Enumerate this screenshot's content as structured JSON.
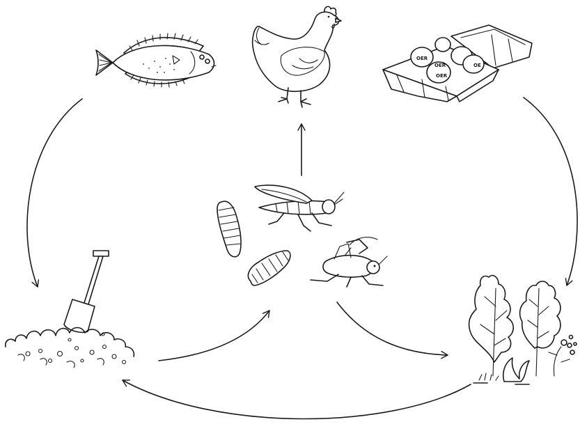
{
  "egg_carton": {
    "egg_label_1": "OER",
    "egg_label_2": "OER",
    "egg_label_3": "OER",
    "egg_label_4": "OE"
  },
  "colors": {
    "ink": "#1a1a1a",
    "background": "#ffffff"
  },
  "nodes": [
    {
      "icon": "flatfish-icon"
    },
    {
      "icon": "chicken-icon"
    },
    {
      "icon": "egg-carton-icon"
    },
    {
      "icon": "insects-icon"
    },
    {
      "icon": "soil-with-shovel-icon"
    },
    {
      "icon": "plants-icon"
    }
  ],
  "edges": [
    {
      "from": "flatfish-icon",
      "to": "soil-with-shovel-icon"
    },
    {
      "from": "egg-carton-icon",
      "to": "plants-icon"
    },
    {
      "from": "insects-icon",
      "to": "chicken-icon"
    },
    {
      "from": "soil-with-shovel-icon",
      "to": "insects-icon"
    },
    {
      "from": "insects-icon",
      "to": "plants-icon"
    },
    {
      "from": "plants-icon",
      "to": "soil-with-shovel-icon"
    }
  ]
}
